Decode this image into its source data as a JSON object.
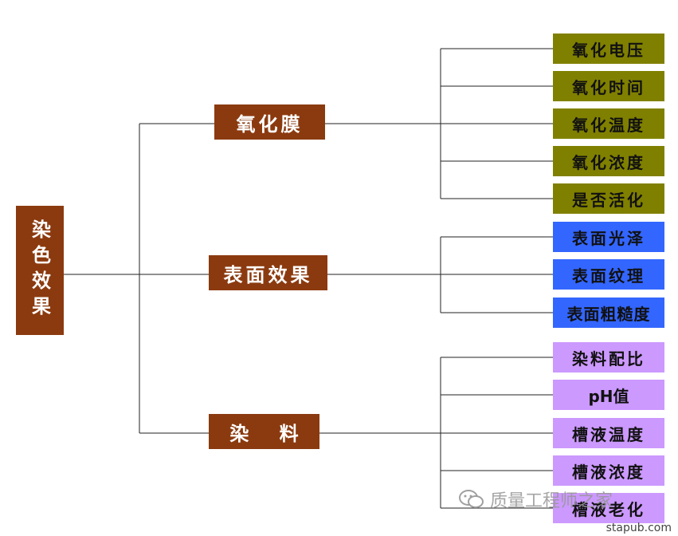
{
  "root": {
    "label": "染色效果"
  },
  "branches": [
    {
      "label": "氧化膜",
      "color": "#8B3A0F",
      "children": [
        {
          "label": "氧化电压",
          "color": "#808000"
        },
        {
          "label": "氧化时间",
          "color": "#808000"
        },
        {
          "label": "氧化温度",
          "color": "#808000"
        },
        {
          "label": "氧化浓度",
          "color": "#808000"
        },
        {
          "label": "是否活化",
          "color": "#808000"
        }
      ]
    },
    {
      "label": "表面效果",
      "color": "#8B3A0F",
      "children": [
        {
          "label": "表面光泽",
          "color": "#3366FF"
        },
        {
          "label": "表面纹理",
          "color": "#3366FF"
        },
        {
          "label": "表面粗糙度",
          "color": "#3366FF"
        }
      ]
    },
    {
      "label": "染 料",
      "color": "#8B3A0F",
      "children": [
        {
          "label": "染料配比",
          "color": "#CC99FF"
        },
        {
          "label": "pH值",
          "color": "#CC99FF"
        },
        {
          "label": "槽液温度",
          "color": "#CC99FF"
        },
        {
          "label": "槽液浓度",
          "color": "#CC99FF"
        },
        {
          "label": "槽液老化",
          "color": "#CC99FF"
        }
      ]
    }
  ],
  "watermark": {
    "text": "质量工程师之家",
    "icon": "wechat-icon"
  },
  "source": "stapub.com"
}
